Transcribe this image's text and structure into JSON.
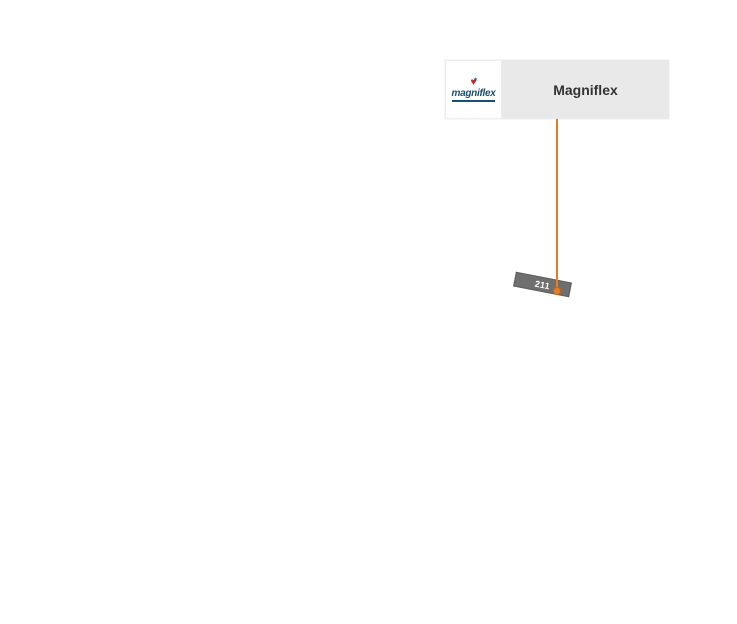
{
  "callout": {
    "exhibitor_name": "Magniflex",
    "logo": {
      "wordmark": "magniflex",
      "heart_glyph": "♥",
      "spark_glyph": "✶"
    }
  },
  "marker": {
    "booth_number": "211"
  },
  "colors": {
    "accent_orange": "#e87e24",
    "card_background": "#e9e9e9",
    "logo_background": "#ffffff",
    "booth_gray": "#6f6f6f",
    "logo_blue": "#1b4f72",
    "logo_red": "#cc2233",
    "page_background": "#ffffff"
  }
}
